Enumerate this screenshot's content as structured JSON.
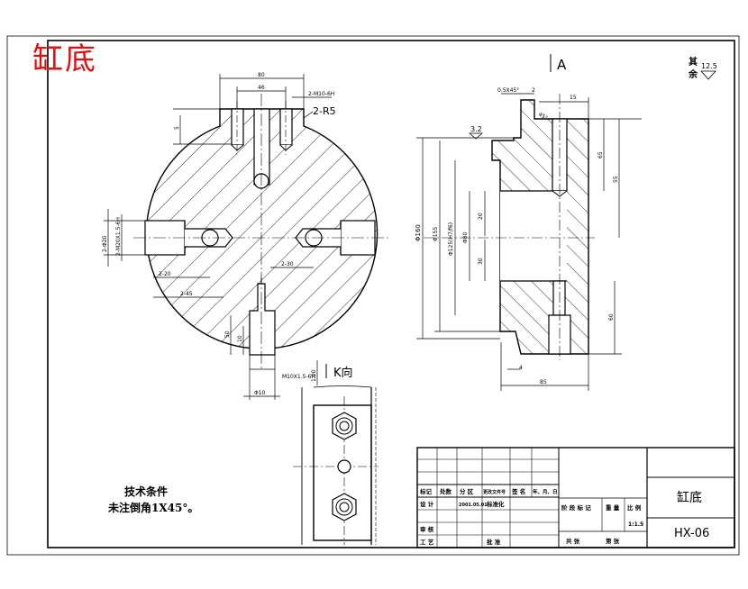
{
  "title_handwritten": "缸底",
  "view_a_label": "A",
  "view_k_label": "K向",
  "roughness": {
    "chars_top": "其",
    "chars_bottom": "余",
    "value": "12.5"
  },
  "tech_requirements": {
    "heading": "技术条件",
    "line1": "未注倒角1X45°。"
  },
  "dims_left": {
    "d80": "80",
    "d46": "46",
    "r5": "2-R5",
    "m_top": "2-M10-6H",
    "m_side": "2-M20X1.5-6H",
    "side_v": "2-Φ20",
    "d20": "2-20",
    "d45": "2-45",
    "d30": "2-30",
    "m_bottom": "M10X1.5-6H",
    "d10": "Φ10",
    "d5": "5",
    "d50": "50",
    "d10b": "10",
    "d100": "1.00"
  },
  "dims_right": {
    "chamfer": "0.5X45°",
    "d2": "2",
    "d15": "15",
    "angle": "45°",
    "rough32": "3.2",
    "d160": "Φ160",
    "d155": "Φ155",
    "d125": "Φ125(H7/f6)",
    "d80": "Φ80",
    "dim_h1": "20",
    "dim_h2": "30",
    "d4": "4",
    "d65": "65",
    "d55": "55",
    "d85": "85",
    "d60": "60"
  },
  "title_block": {
    "part_name": "缸底",
    "drawing_no": "HX-06",
    "scale": "1:1.5",
    "row_headers": [
      "标记",
      "处数",
      "分 区",
      "更改文件号",
      "签 名",
      "年、月、日"
    ],
    "designer_label": "设 计",
    "standard_label": "标准化",
    "date_cell": "2001.05.01",
    "review_label": "审 核",
    "process_label": "工 艺",
    "approve_label": "批 准",
    "stage_label": "阶 段 标 记",
    "weight_label": "重 量",
    "ratio_label": "比 例",
    "sheets_total_label": "共   张",
    "sheet_no_label": "第   张"
  }
}
